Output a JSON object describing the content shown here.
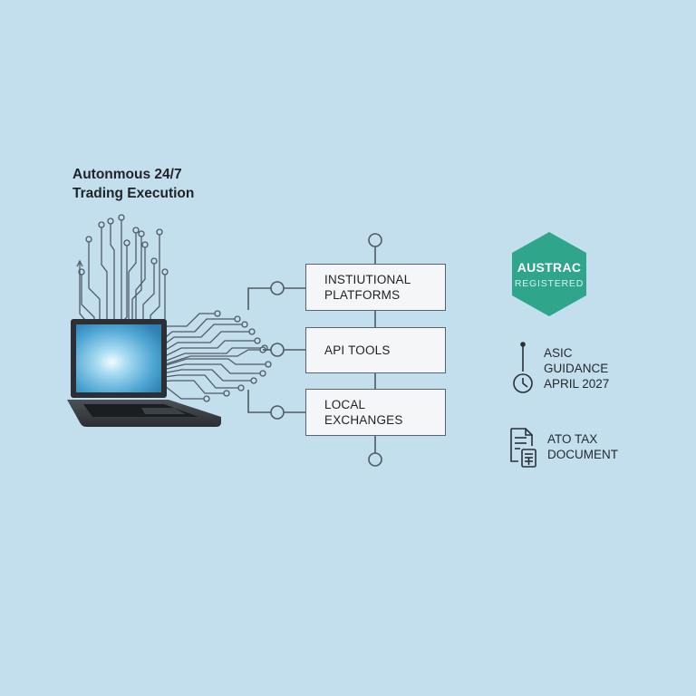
{
  "title": {
    "line1": "Autonmous 24/7",
    "line2": "Trading Execution"
  },
  "flow_boxes": [
    {
      "line1": "INSTIUTIONAL",
      "line2": "PLATFORMS"
    },
    {
      "line1": "API TOOLS"
    },
    {
      "line1": "LOCAL EXCHANGES"
    }
  ],
  "badge": {
    "line1": "AUSTRAC",
    "line2": "REGISTERED",
    "color": "#2fa58c",
    "icon": "hexagon-badge"
  },
  "asic": {
    "line1": "ASIC",
    "line2": "GUIDANCE",
    "line3": "APRIL 2027",
    "icon": "clock-icon"
  },
  "ato": {
    "line1": "ATO TAX",
    "line2": "DOCUMENT",
    "icon": "document-calculator-icon"
  },
  "colors": {
    "background": "#c3dfee",
    "line": "#4f5a63",
    "laptop": "#2c3034",
    "screen": "#5aaed6"
  }
}
